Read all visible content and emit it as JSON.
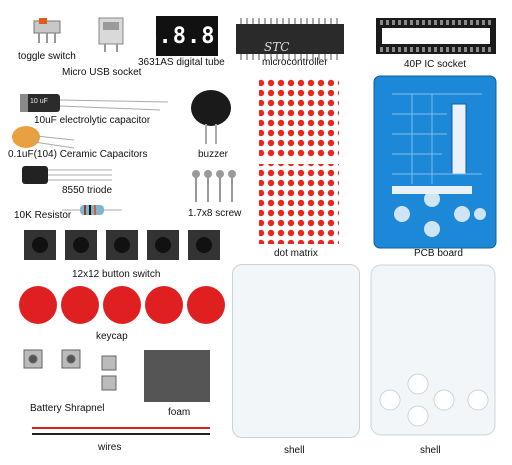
{
  "labels": {
    "toggle_switch": "toggle switch",
    "micro_usb": "Micro USB socket",
    "digital_tube": "3631AS digital tube",
    "microcontroller": "microcontroller",
    "ic_socket": "40P IC socket",
    "electrolytic": "10uF electrolytic capacitor",
    "ceramic": "0.1uF(104) Ceramic Capacitors",
    "buzzer": "buzzer",
    "triode": "8550 triode",
    "screw": "1.7x8 screw",
    "resistor": "10K Resistor",
    "dot_matrix": "dot matrix",
    "pcb_board": "PCB board",
    "button_switch": "12x12 button switch",
    "keycap": "keycap",
    "battery_shrapnel": "Battery Shrapnel",
    "foam": "foam",
    "wires": "wires",
    "shell_left": "shell",
    "shell_right": "shell"
  },
  "printed": {
    "digits": "8.8.8.",
    "mcu_mark": "STC",
    "cap_mark": "10 uF"
  },
  "colors": {
    "pcb": "#1e88d8",
    "keycap": "#e02020",
    "led": "#e8281f",
    "chip": "#222222"
  }
}
